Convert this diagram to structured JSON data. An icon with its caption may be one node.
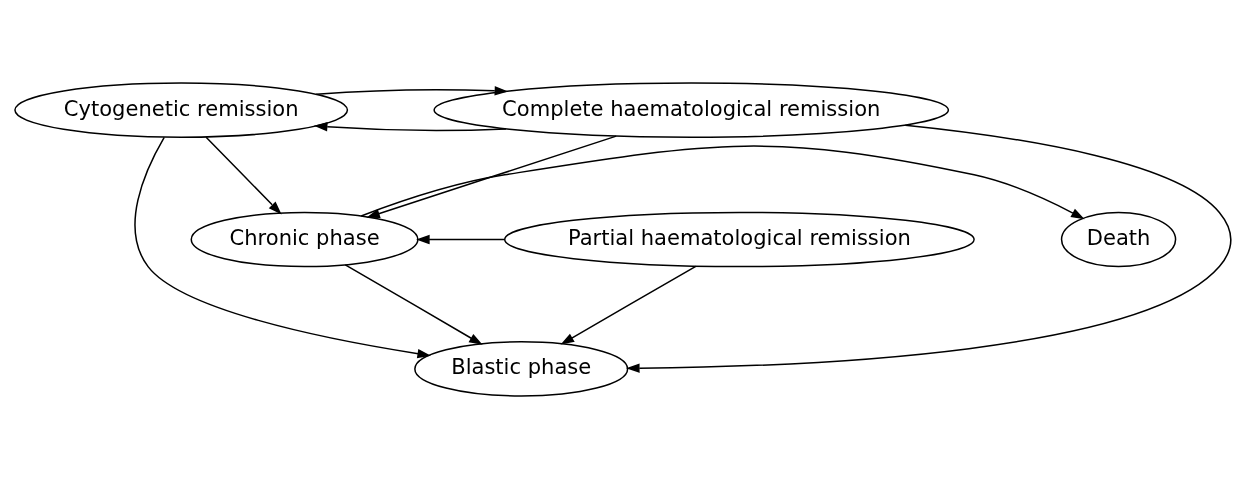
{
  "diagram": {
    "nodes": [
      {
        "text": [
          "Cytogenetic remission"
        ]
      },
      {
        "text": [
          "Complete haematological remission"
        ]
      },
      {
        "text": [
          "Partial haematological remission"
        ]
      },
      {
        "text": [
          "Chronic phase"
        ]
      },
      {
        "text": [
          "Death"
        ]
      },
      {
        "text": [
          "Blastic phase"
        ]
      }
    ],
    "edges": [
      {
        "from": 1,
        "to": 0,
        "arrow": "to"
      },
      {
        "from": 0,
        "to": 1,
        "arrow": "to"
      },
      {
        "from": 0,
        "to": 3,
        "arrow": "to"
      },
      {
        "from": 1,
        "to": 3,
        "arrow": "to"
      },
      {
        "from": 2,
        "to": 3,
        "arrow": "to"
      },
      {
        "from": 3,
        "to": 4,
        "arrow": "to"
      },
      {
        "from": 0,
        "to": 5,
        "arrow": "to"
      },
      {
        "from": 2,
        "to": 5,
        "arrow": "to"
      },
      {
        "from": 3,
        "to": 5,
        "arrow": "to"
      },
      {
        "from": 1,
        "to": 5,
        "arrow": "to"
      }
    ]
  }
}
